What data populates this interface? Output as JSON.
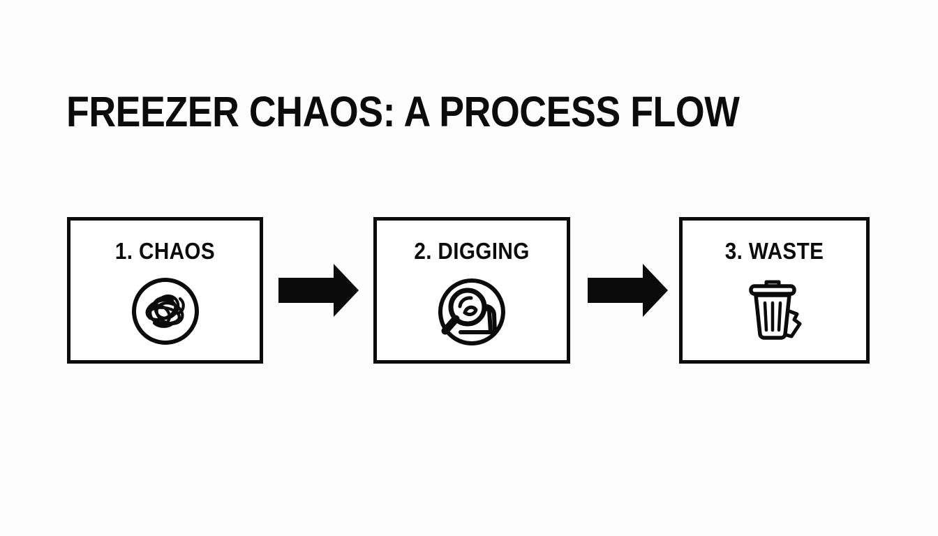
{
  "slide": {
    "title": "FREEZER CHAOS: A PROCESS FLOW",
    "background_color": "#fdfdfd",
    "ink_color": "#0b0b0b"
  },
  "flow": {
    "steps": [
      {
        "label": "1. CHAOS",
        "number": "1",
        "name": "CHAOS",
        "icon": "tangled-scribble-in-circle-icon"
      },
      {
        "label": "2. DIGGING",
        "number": "2",
        "name": "DIGGING",
        "icon": "magnifying-glass-search-in-circle-icon"
      },
      {
        "label": "3. WASTE",
        "number": "3",
        "name": "WASTE",
        "icon": "trash-can-icon"
      }
    ],
    "connectors": [
      {
        "icon": "right-arrow-icon",
        "from": "1. CHAOS",
        "to": "2. DIGGING"
      },
      {
        "icon": "right-arrow-icon",
        "from": "2. DIGGING",
        "to": "3. WASTE"
      }
    ]
  }
}
